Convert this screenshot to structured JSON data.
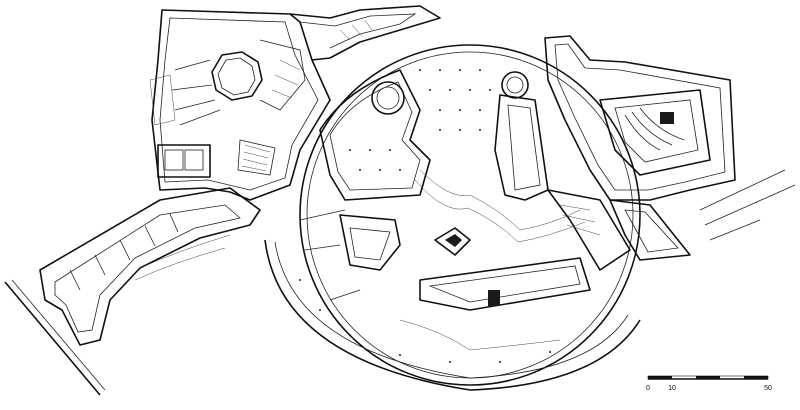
{
  "scale_bar": {
    "labels": [
      "0",
      "10",
      "50"
    ]
  }
}
